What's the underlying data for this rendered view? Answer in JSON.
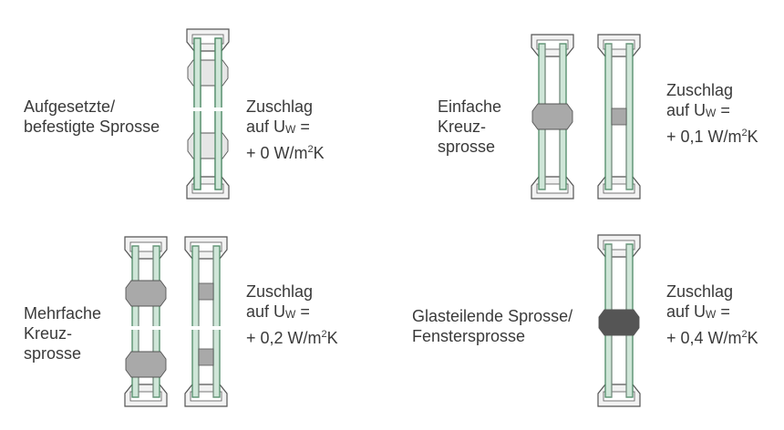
{
  "panels": [
    {
      "id": "aufgesetzte",
      "label_lines": [
        "Aufgesetzte/",
        "befestigte Sprosse"
      ],
      "surcharge_line1": "Zuschlag",
      "surcharge_prefix": "auf U",
      "surcharge_sub": "W",
      "surcharge_eq": " =",
      "surcharge_value_prefix": "+ 0 W/m",
      "surcharge_value_sup": "2",
      "surcharge_value_suffix": "K"
    },
    {
      "id": "einfache",
      "label_lines": [
        "Einfache",
        "Kreuz-",
        "sprosse"
      ],
      "surcharge_line1": "Zuschlag",
      "surcharge_prefix": "auf U",
      "surcharge_sub": "W",
      "surcharge_eq": " =",
      "surcharge_value_prefix": "+ 0,1 W/m",
      "surcharge_value_sup": "2",
      "surcharge_value_suffix": "K"
    },
    {
      "id": "mehrfache",
      "label_lines": [
        "Mehrfache",
        "Kreuz-",
        "sprosse"
      ],
      "surcharge_line1": "Zuschlag",
      "surcharge_prefix": "auf U",
      "surcharge_sub": "W",
      "surcharge_eq": " =",
      "surcharge_value_prefix": "+ 0,2 W/m",
      "surcharge_value_sup": "2",
      "surcharge_value_suffix": "K"
    },
    {
      "id": "glasteilende",
      "label_lines": [
        "Glasteilende Sprosse/",
        "Fenstersprosse"
      ],
      "surcharge_line1": "Zuschlag",
      "surcharge_prefix": "auf U",
      "surcharge_sub": "W",
      "surcharge_eq": " =",
      "surcharge_value_prefix": "+ 0,4 W/m",
      "surcharge_value_sup": "2",
      "surcharge_value_suffix": "K"
    }
  ],
  "colors": {
    "glass": "#cfe6d8",
    "glass_edge": "#4f8a67",
    "frame_fill": "#f2f2f2",
    "frame_stroke": "#555555",
    "bar_light": "#e6e6e6",
    "bar_mid": "#a9a9a9",
    "bar_dark": "#555555",
    "text": "#3a3a3a"
  }
}
